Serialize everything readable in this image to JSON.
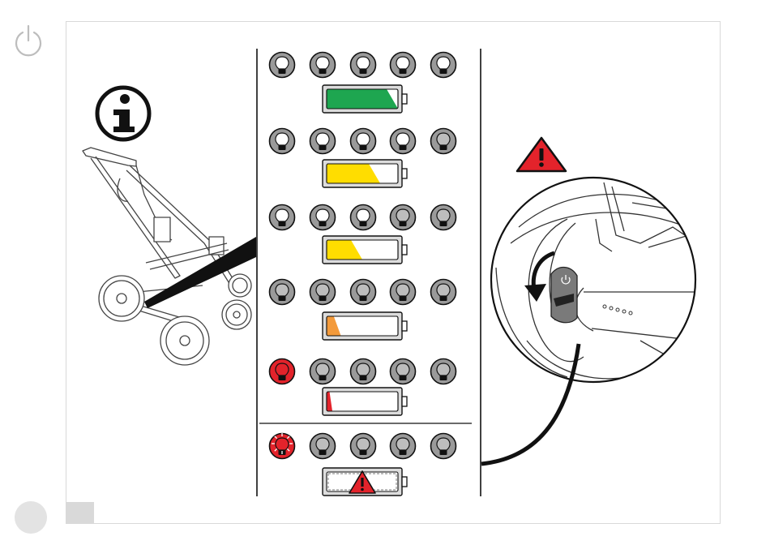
{
  "page": {
    "page_number": "",
    "icons": [
      "power-icon",
      "info-icon",
      "warning-icon",
      "pram-frame-illustration",
      "power-button-detail"
    ]
  },
  "battery_levels": [
    {
      "level": 1.0,
      "fill_color": "#1ea650",
      "lit_bulbs": 5,
      "bulb_state": "white"
    },
    {
      "level": 0.75,
      "fill_color": "#ffdd00",
      "lit_bulbs": 4,
      "bulb_state": "white"
    },
    {
      "level": 0.5,
      "fill_color": "#ffdd00",
      "lit_bulbs": 3,
      "bulb_state": "white"
    },
    {
      "level": 0.2,
      "fill_color": "#f39a3b",
      "lit_bulbs": 0,
      "bulb_state": "none"
    },
    {
      "level": 0.08,
      "fill_color": "#e3232b",
      "lit_bulbs": 1,
      "bulb_state": "red"
    },
    {
      "level": 0.0,
      "fill_color": "#e3232b",
      "lit_bulbs": 1,
      "bulb_state": "red-blinking",
      "warning": true
    }
  ],
  "colors": {
    "warning_red": "#e3232b",
    "bulb_gray": "#9a9a9a",
    "battery_gray": "#dcdcdc"
  }
}
